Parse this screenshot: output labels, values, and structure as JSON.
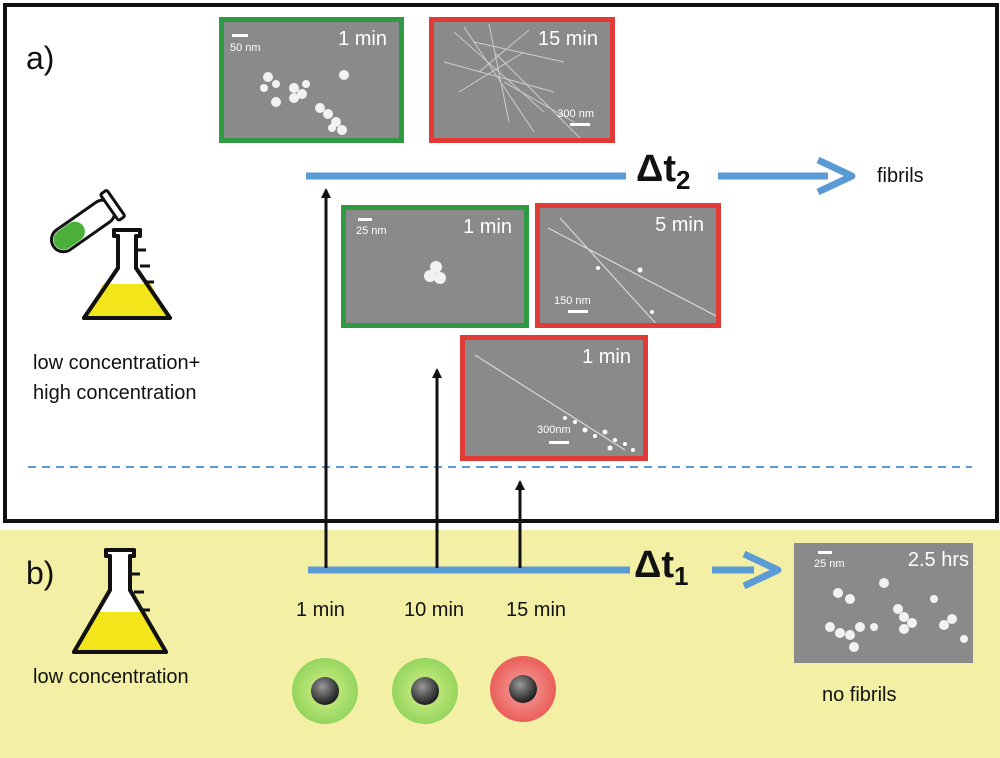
{
  "panel_a": {
    "label": "a)",
    "mixture_label_line1": "low concentration+",
    "mixture_label_line2": "high concentration",
    "delta_symbol": "Δt",
    "delta_subscript": "2",
    "outcome": "fibrils",
    "images": [
      {
        "time": "1 min",
        "scale": "50 nm",
        "frame": "green"
      },
      {
        "time": "15 min",
        "scale": "300 nm",
        "frame": "red"
      },
      {
        "time": "1 min",
        "scale": "25 nm",
        "frame": "green"
      },
      {
        "time": "5 min",
        "scale": "150 nm",
        "frame": "red"
      },
      {
        "time": "1 min",
        "scale": "300nm",
        "frame": "red"
      }
    ]
  },
  "panel_b": {
    "label": "b)",
    "mixture_label": "low concentration",
    "delta_symbol": "Δt",
    "delta_subscript": "1",
    "timepoints": [
      "1 min",
      "10 min",
      "15 min"
    ],
    "outcome": "no fibrils",
    "image": {
      "time": "2.5 hrs",
      "scale": "25 nm"
    },
    "indicators": [
      "green",
      "green",
      "red"
    ]
  },
  "colors": {
    "timeline_blue": "#5b9bd5",
    "frame_green": "#2e9a44",
    "frame_red": "#e23a36",
    "panel_b_bg": "#f3f0a6",
    "flask_yellow": "#f2e51a",
    "tube_green": "#4caf3a"
  }
}
